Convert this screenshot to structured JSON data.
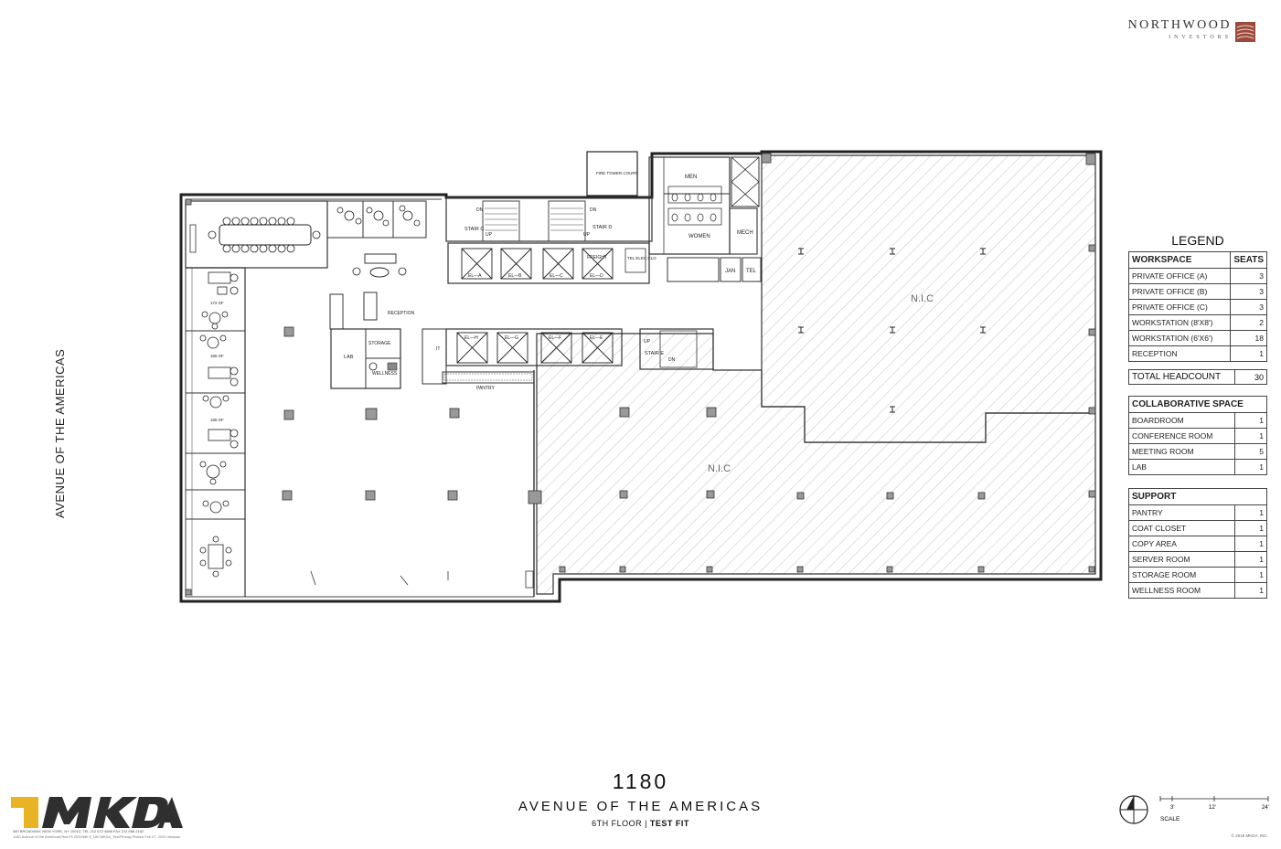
{
  "brand": {
    "name": "NORTHWOOD",
    "sub": "INVESTORS"
  },
  "street_label": "AVENUE OF THE AMERICAS",
  "plan_labels": {
    "fire_tower": "FIRE TOWER COURT",
    "men": "MEN",
    "women": "WOMEN",
    "mech": "MECH",
    "jan": "JAN",
    "tel": "TEL",
    "tel_elec": "TEL ELEC CLO",
    "stair_c": "STAIR C",
    "stair_d": "STAIR D",
    "stair_e": "STAIR E",
    "dn": "DN",
    "up": "UP",
    "freight": "FREIGHT",
    "el_a": "EL—A",
    "el_b": "EL—B",
    "el_c": "EL—C",
    "el_d": "EL—D",
    "el_e": "EL—E",
    "el_f": "EL—F",
    "el_g": "EL—G",
    "el_h": "EL—H",
    "reception": "RECEPTION",
    "lab": "LAB",
    "storage": "STORAGE",
    "wellness": "WELLNESS",
    "pantry": "PANTRY",
    "it": "IT",
    "nic": "N.I.C",
    "sf_172": "172 SF",
    "sf_166": "166 SF",
    "sf_168": "168 SF"
  },
  "legend": {
    "title": "LEGEND",
    "workspace": {
      "header": "WORKSPACE",
      "seats_header": "SEATS",
      "rows": [
        {
          "label": "PRIVATE OFFICE (A)",
          "value": "3"
        },
        {
          "label": "PRIVATE OFFICE (B)",
          "value": "3"
        },
        {
          "label": "PRIVATE OFFICE (C)",
          "value": "3"
        },
        {
          "label": "WORKSTATION (8'X8')",
          "value": "2"
        },
        {
          "label": "WORKSTATION (6'X6')",
          "value": "18"
        },
        {
          "label": "RECEPTION",
          "value": "1"
        }
      ]
    },
    "total": {
      "label": "TOTAL HEADCOUNT",
      "value": "30"
    },
    "collaborative": {
      "header": "COLLABORATIVE SPACE",
      "rows": [
        {
          "label": "BOARDROOM",
          "value": "1"
        },
        {
          "label": "CONFERENCE ROOM",
          "value": "1"
        },
        {
          "label": "MEETING ROOM",
          "value": "5"
        },
        {
          "label": "LAB",
          "value": "1"
        }
      ]
    },
    "support": {
      "header": "SUPPORT",
      "rows": [
        {
          "label": "PANTRY",
          "value": "1"
        },
        {
          "label": "COAT CLOSET",
          "value": "1"
        },
        {
          "label": "COPY AREA",
          "value": "1"
        },
        {
          "label": "SERVER ROOM",
          "value": "1"
        },
        {
          "label": "STORAGE ROOM",
          "value": "1"
        },
        {
          "label": "WELLNESS ROOM",
          "value": "1"
        }
      ]
    }
  },
  "title_block": {
    "number": "1180",
    "street": "AVENUE OF THE AMERICAS",
    "floor": "6TH FLOOR",
    "fit": "TEST FIT"
  },
  "mkda": {
    "address": "360 BROADWAY, NEW YORK, NY 10013, TEL 212 672 4666 FAX 212 686 2182",
    "path": "1180 Avenue of the Americas\\Test Fit 2020\\6th fl_180 MKDA_TestFit.dwg  Plotted Feb 07, 2020 mkdaan"
  },
  "scale": {
    "t1": "3'",
    "t2": "12'",
    "t3": "24'",
    "label": "SCALE"
  },
  "copyright": "© 2018 MKDA, INC."
}
